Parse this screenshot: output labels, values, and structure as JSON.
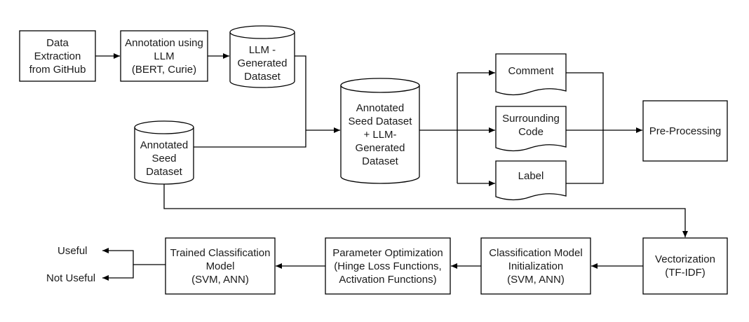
{
  "nodes": {
    "data_extraction": "Data\nExtraction\nfrom GitHub",
    "annotation_llm": "Annotation using\nLLM\n(BERT, Curie)",
    "llm_generated_dataset": "LLM -\nGenerated\nDataset",
    "annotated_seed_dataset": "Annotated\nSeed\nDataset",
    "combined_dataset": "Annotated\nSeed Dataset\n+ LLM-\nGenerated\nDataset",
    "comment": "Comment",
    "surrounding_code": "Surrounding\nCode",
    "label": "Label",
    "pre_processing": "Pre-Processing",
    "vectorization": "Vectorization\n(TF-IDF)",
    "classification_init": "Classification Model\nInitialization\n(SVM, ANN)",
    "parameter_optimization": "Parameter Optimization\n(Hinge Loss Functions,\nActivation Functions)",
    "trained_model": "Trained Classification\nModel\n(SVM, ANN)"
  },
  "outputs": {
    "useful": "Useful",
    "not_useful": "Not Useful"
  }
}
